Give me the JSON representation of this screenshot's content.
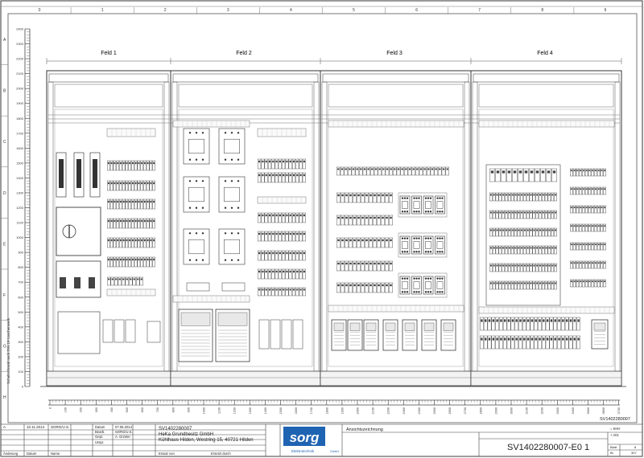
{
  "grid": {
    "columns": [
      "0",
      "1",
      "2",
      "3",
      "4",
      "5",
      "6",
      "7",
      "8",
      "9"
    ],
    "rows": [
      "A",
      "B",
      "C",
      "D",
      "E",
      "F",
      "G",
      "H"
    ]
  },
  "panels": [
    "Feld 1",
    "Feld 2",
    "Feld 3",
    "Feld 4"
  ],
  "vertical_scale": {
    "caption": "Schaltschrank nach DIN 19 Laschenwerk",
    "ticks": [
      "2400",
      "2300",
      "2200",
      "2100",
      "2000",
      "1900",
      "1800",
      "1700",
      "1600",
      "1500",
      "1400",
      "1300",
      "1200",
      "1100",
      "1000",
      "900",
      "800",
      "700",
      "600",
      "500",
      "400",
      "300",
      "200",
      "100",
      "0"
    ]
  },
  "horizontal_scale": {
    "ticks": [
      "0",
      "100",
      "200",
      "300",
      "400",
      "500",
      "600",
      "700",
      "800",
      "900",
      "1000",
      "1100",
      "1200",
      "1300",
      "1400",
      "1500",
      "1600",
      "1700",
      "1800",
      "1900",
      "2000",
      "2100",
      "2200",
      "2300",
      "2400",
      "2500",
      "2600",
      "2700",
      "2800",
      "2900",
      "3000",
      "3100",
      "3200",
      "3300",
      "3400",
      "3500",
      "3600",
      "3700"
    ]
  },
  "title_block": {
    "revision": {
      "index": "A",
      "date": "10.11.2014",
      "name": "SORG/U.S.",
      "label_change": "Änderung",
      "label_date": "Datum",
      "label_name": "Name"
    },
    "meta_labels": {
      "date": "Datum",
      "edited": "Bearb.",
      "checked": "Gepr.",
      "original": "Urspr."
    },
    "meta_values": {
      "date": "07.05.2014",
      "edited": "SORG/U.S.",
      "checked": "A. Grzeler"
    },
    "project_number": "SV1402280007",
    "customer": "HeKa Grundbesitz GmbH",
    "address": "Kühlhaus Hilden, Westring 15, 40721 Hilden",
    "replacement_labels": {
      "replaced_for": "Ersatz von",
      "replaced_by": "Ersetzt durch"
    },
    "logo": "sorg",
    "logo_subtitle": "Elektrotechnik",
    "logo_suffix": "GmbH",
    "drawing_type": "Ansichtszeichnung",
    "equipment_codes": [
      "= KHH",
      "+ A01"
    ],
    "top_right_ref": "SV1402280007",
    "drawing_number": "SV1402280007-E0 1",
    "sheet_label": "Blatt",
    "sheet_value": "8",
    "sheets_label": "Bl.",
    "sheets_value": "307"
  }
}
